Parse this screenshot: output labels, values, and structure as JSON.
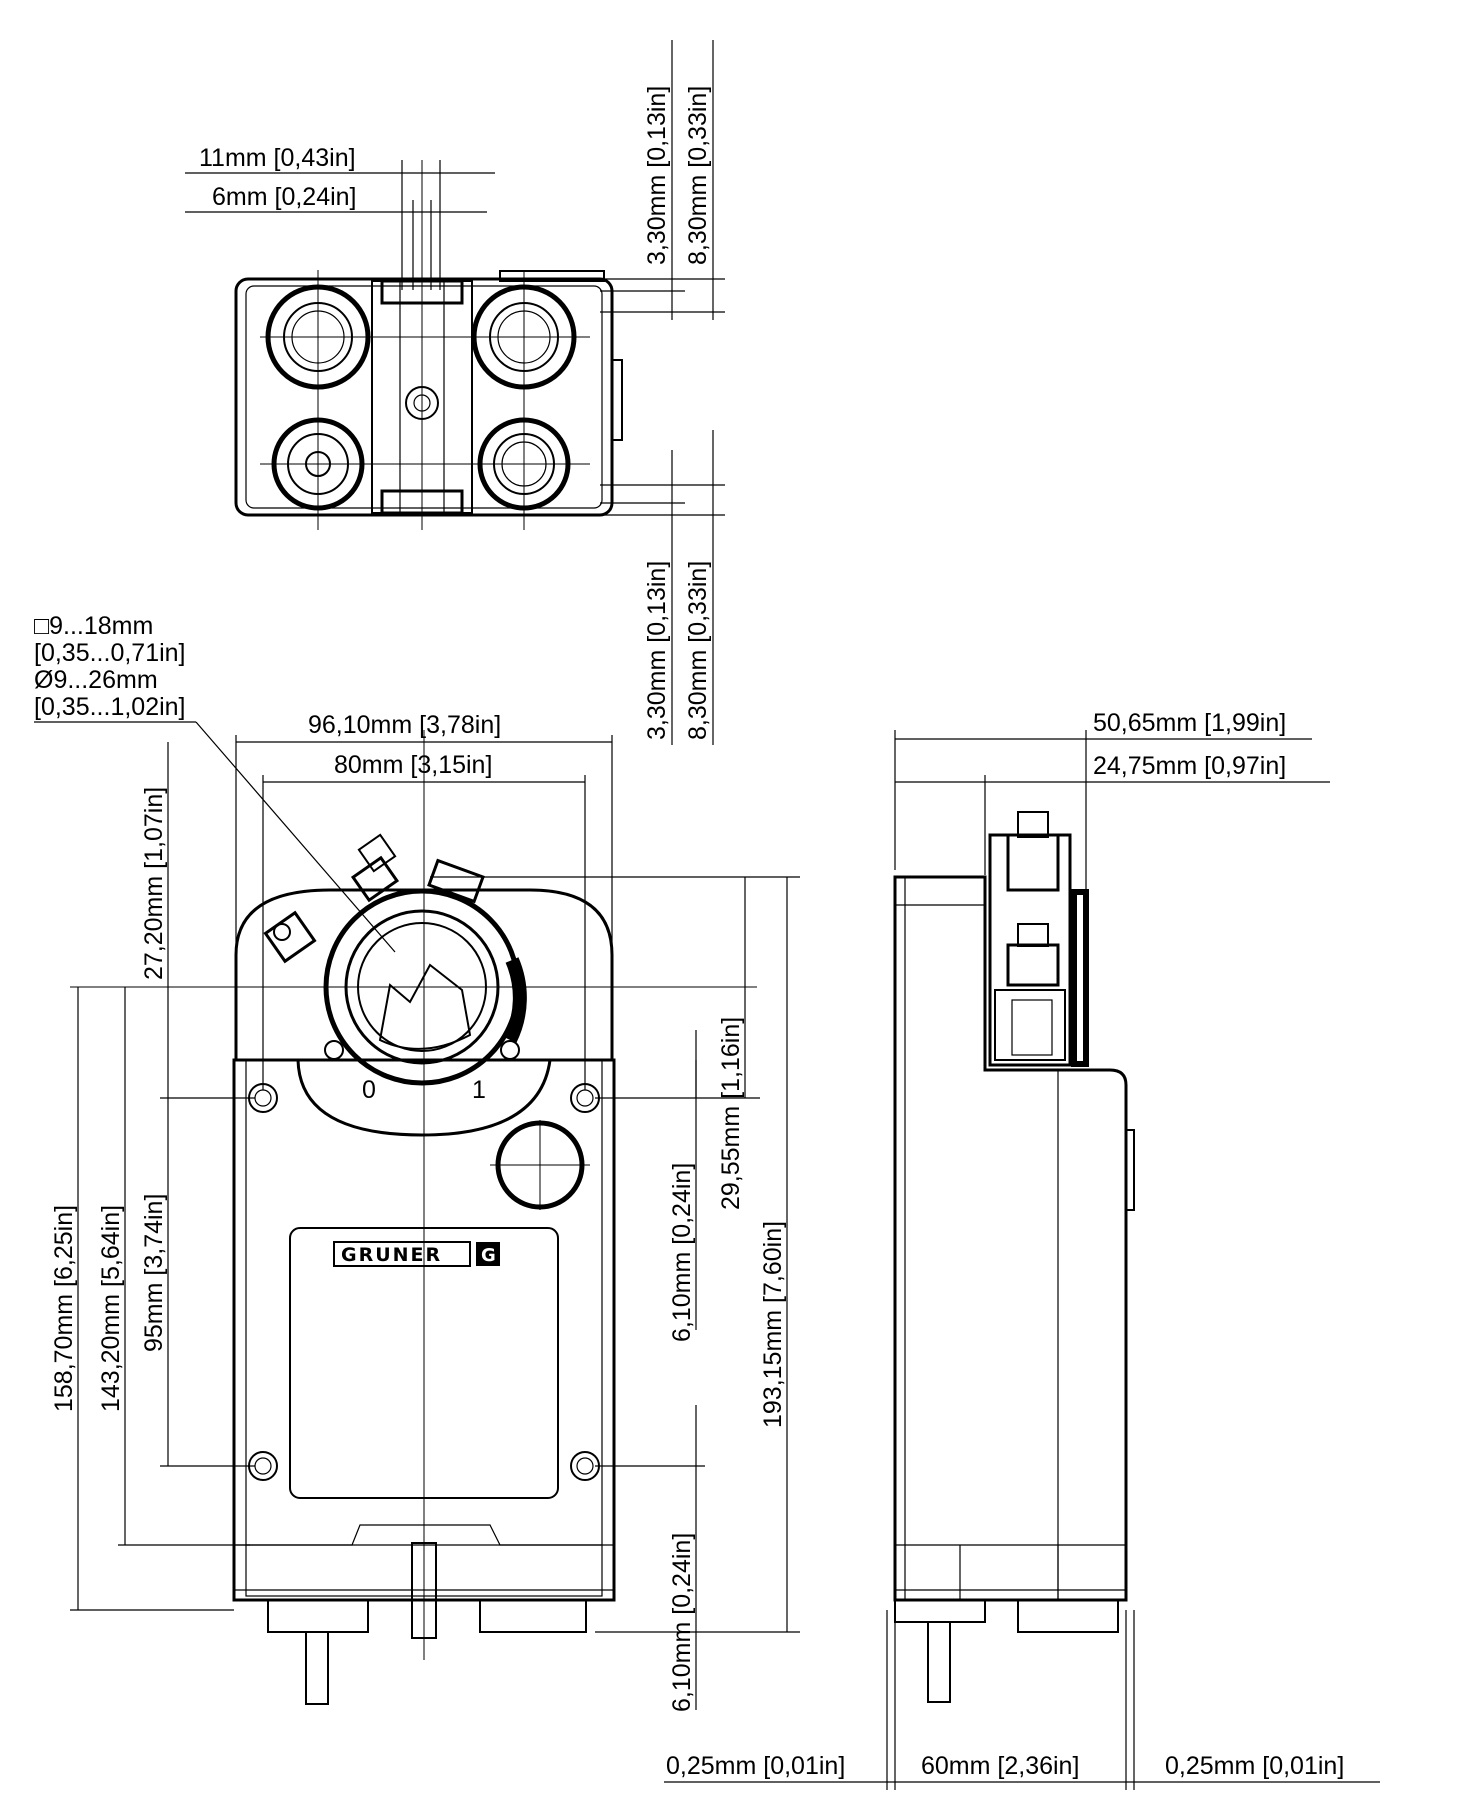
{
  "top_view": {
    "dim_11mm": "11mm [0,43in]",
    "dim_6mm": "6mm [0,24in]",
    "dim_3_30_top": "3,30mm [0,13in]",
    "dim_8_30_top": "8,30mm [0,33in]",
    "dim_3_30_bottom": "3,30mm [0,13in]",
    "dim_8_30_bottom": "8,30mm [0,33in]"
  },
  "shaft_note": {
    "line1": "□9...18mm",
    "line2": "[0,35...0,71in]",
    "line3": "Ø9...26mm",
    "line4": "[0,35...1,02in]"
  },
  "front_view": {
    "dim_width_total": "96,10mm [3,78in]",
    "dim_width_holes": "80mm [3,15in]",
    "dim_27_20": "27,20mm [1,07in]",
    "dim_158_70": "158,70mm [6,25in]",
    "dim_143_20": "143,20mm [5,64in]",
    "dim_95": "95mm [3,74in]",
    "dim_29_55": "29,55mm [1,16in]",
    "dim_6_10_upper": "6,10mm [0,24in]",
    "dim_6_10_lower": "6,10mm [0,24in]",
    "dim_193_15": "193,15mm [7,60in]",
    "scale_0": "0",
    "scale_1": "1",
    "logo_text": "GRUNER",
    "logo_mark": "G"
  },
  "side_view": {
    "dim_50_65": "50,65mm [1,99in]",
    "dim_24_75": "24,75mm [0,97in]",
    "dim_0_25_left": "0,25mm [0,01in]",
    "dim_60": "60mm [2,36in]",
    "dim_0_25_right": "0,25mm [0,01in]"
  }
}
